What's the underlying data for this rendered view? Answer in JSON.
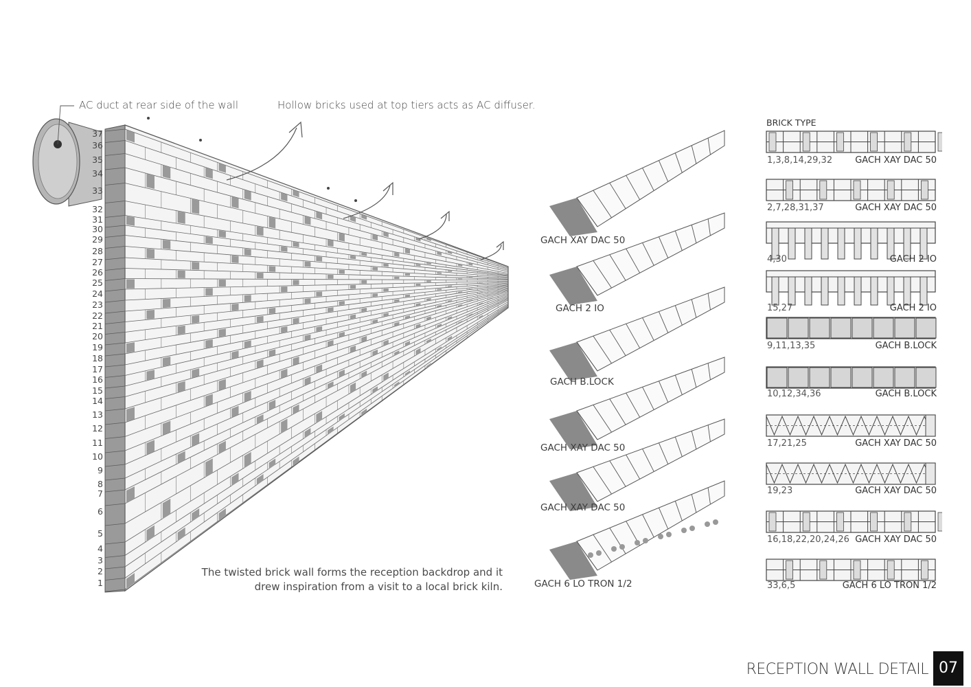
{
  "annotations": {
    "ac_duct": "AC duct at rear side of the wall",
    "hollow_bricks": "Hollow bricks used at top tiers acts as AC diffuser.",
    "caption_line1": "The twisted brick wall forms the reception backdrop and it",
    "caption_line2": "drew inspiration from a visit to a local brick kiln."
  },
  "wall_rows": [
    "37",
    "36",
    "35",
    "34",
    "33",
    "32",
    "31",
    "30",
    "29",
    "28",
    "27",
    "26",
    "25",
    "24",
    "23",
    "22",
    "21",
    "20",
    "19",
    "18",
    "17",
    "16",
    "15",
    "14",
    "13",
    "12",
    "11",
    "10",
    "9",
    "8",
    "7",
    "6",
    "5",
    "4",
    "3",
    "2",
    "1"
  ],
  "module_labels": [
    "GACH XAY DAC 50",
    "GACH 2 IO",
    "GACH B.LOCK",
    "GACH XAY DAC 50",
    "GACH XAY DAC 50",
    "GACH 6 LO TRON 1/2"
  ],
  "brick_type": {
    "heading": "BRICK TYPE",
    "items": [
      {
        "rows": "1,3,8,14,29,32",
        "name": "GACH XAY DAC 50"
      },
      {
        "rows": "2,7,28,31,37",
        "name": "GACH XAY DAC 50"
      },
      {
        "rows": "4,30",
        "name": "GACH 2 IO"
      },
      {
        "rows": "15,27",
        "name": "GACH 2 IO"
      },
      {
        "rows": "9,11,13,35",
        "name": "GACH B.LOCK"
      },
      {
        "rows": "10,12,34,36",
        "name": "GACH B.LOCK"
      },
      {
        "rows": "17,21,25",
        "name": "GACH XAY DAC 50"
      },
      {
        "rows": "19,23",
        "name": "GACH XAY DAC 50"
      },
      {
        "rows": "16,18,22,20,24,26",
        "name": "GACH XAY DAC 50"
      },
      {
        "rows": "33,6,5",
        "name": "GACH 6 LO TRON 1/2"
      }
    ]
  },
  "footer": {
    "title": "RECEPTION WALL DETAIL",
    "page": "07"
  },
  "colors": {
    "line": "#4a4a4a",
    "shade": "#8e8e8e",
    "dark": "#6a6a6a",
    "badge": "#111111"
  }
}
